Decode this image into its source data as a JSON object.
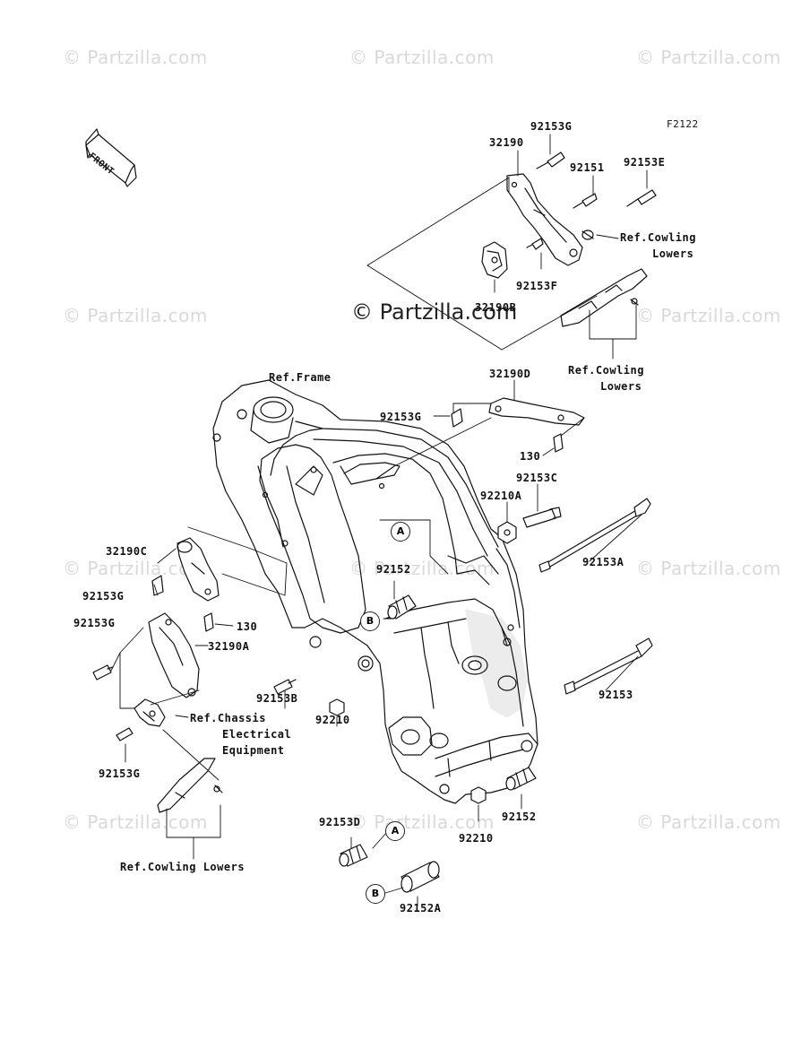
{
  "diagram_code": "F2122",
  "front_label": "FRONT",
  "watermark": "© Partzilla.com",
  "watermark_center": "© Partzilla.com",
  "markers": {
    "a": "A",
    "b": "B"
  },
  "labels": {
    "p92153G_top": "92153G",
    "p32190_top": "32190",
    "p92151": "92151",
    "p92153E": "92153E",
    "ref_cowling_lowers_top": "Ref.Cowling",
    "ref_cowling_lowers_top2": "Lowers",
    "p92153F": "92153F",
    "p32190B": "32190B",
    "ref_cowling_lowers_mid": "Ref.Cowling",
    "ref_cowling_lowers_mid2": "Lowers",
    "ref_frame": "Ref.Frame",
    "p32190D": "32190D",
    "p92153G_mid": "92153G",
    "p130_top": "130",
    "p92153C": "92153C",
    "p92210A": "92210A",
    "p32190C": "32190C",
    "p92153A": "92153A",
    "p92152_mid": "92152",
    "p92153G_left1": "92153G",
    "p130_left": "130",
    "p92153G_left2": "92153G",
    "p32190A": "32190A",
    "p92153B": "92153B",
    "p92210_mid": "92210",
    "p92153": "92153",
    "ref_chassis1": "Ref.Chassis",
    "ref_chassis2": "Electrical",
    "ref_chassis3": "Equipment",
    "p92153G_left3": "92153G",
    "p92152_low": "92152",
    "p92153D": "92153D",
    "p92210_low": "92210",
    "ref_cowling_lowers_bottom": "Ref.Cowling Lowers",
    "p92152A": "92152A"
  }
}
